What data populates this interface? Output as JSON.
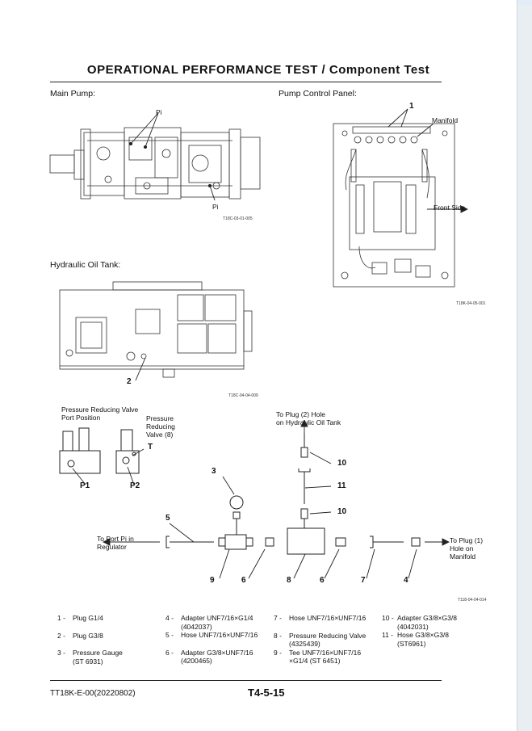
{
  "title": "OPERATIONAL PERFORMANCE TEST / Component Test",
  "sections": {
    "main_pump": {
      "label": "Main Pump:",
      "callouts": [
        "Pi",
        "Pi"
      ],
      "figure_code": "T18C-03-01-005"
    },
    "pump_control_panel": {
      "label": "Pump Control Panel:",
      "callouts": {
        "one": "1",
        "manifold": "Manifold",
        "front_side": "Front Side"
      },
      "figure_code": "T18K-04-05-001"
    },
    "hydraulic_oil_tank": {
      "label": "Hydraulic Oil Tank:",
      "callout": "2",
      "figure_code": "T18C-04-04-009"
    }
  },
  "test_diagram": {
    "prv_port_position": "Pressure Reducing Valve\nPort Position",
    "prv_label": "Pressure\nReducing\nValve (8)",
    "t_label": "T",
    "p1": "P1",
    "p2": "P2",
    "to_plug_2": "To Plug (2) Hole\non Hydraulic Oil Tank",
    "to_port_pi": "To Port Pi in\nRegulator",
    "to_plug_1": "To Plug (1)\nHole on\nManifold",
    "numbers": {
      "n3": "3",
      "n5": "5",
      "n9": "9",
      "n6a": "6",
      "n8": "8",
      "n6b": "6",
      "n7": "7",
      "n4": "4",
      "n10a": "10",
      "n11": "11",
      "n10b": "10"
    },
    "figure_code": "T118-04-04-014"
  },
  "legend": {
    "col1": [
      {
        "n": "1 -",
        "text": "Plug G1/4"
      },
      {
        "n": "2 -",
        "text": "Plug G3/8"
      },
      {
        "n": "3 -",
        "text": "Pressure Gauge",
        "sub": "(ST 6931)"
      }
    ],
    "col2": [
      {
        "n": "4 -",
        "text": "Adapter UNF7/16×G1/4",
        "sub": "(4042037)"
      },
      {
        "n": "5 -",
        "text": "Hose UNF7/16×UNF7/16"
      },
      {
        "n": "6 -",
        "text": "Adapter G3/8×UNF7/16",
        "sub": "(4200465)"
      }
    ],
    "col3": [
      {
        "n": "7 -",
        "text": "Hose UNF7/16×UNF7/16"
      },
      {
        "n": "8 -",
        "text": "Pressure Reducing Valve",
        "sub": "(4325439)"
      },
      {
        "n": "9 -",
        "text": "Tee UNF7/16×UNF7/16",
        "sub": "×G1/4 (ST 6451)"
      }
    ],
    "col4": [
      {
        "n": "10 -",
        "text": "Adapter G3/8×G3/8",
        "sub": "(4042031)"
      },
      {
        "n": "11 -",
        "text": "Hose G3/8×G3/8",
        "sub": "(ST6961)"
      }
    ]
  },
  "footer": {
    "doc_code": "TT18K-E-00(20220802)",
    "page": "T4-5-15"
  }
}
